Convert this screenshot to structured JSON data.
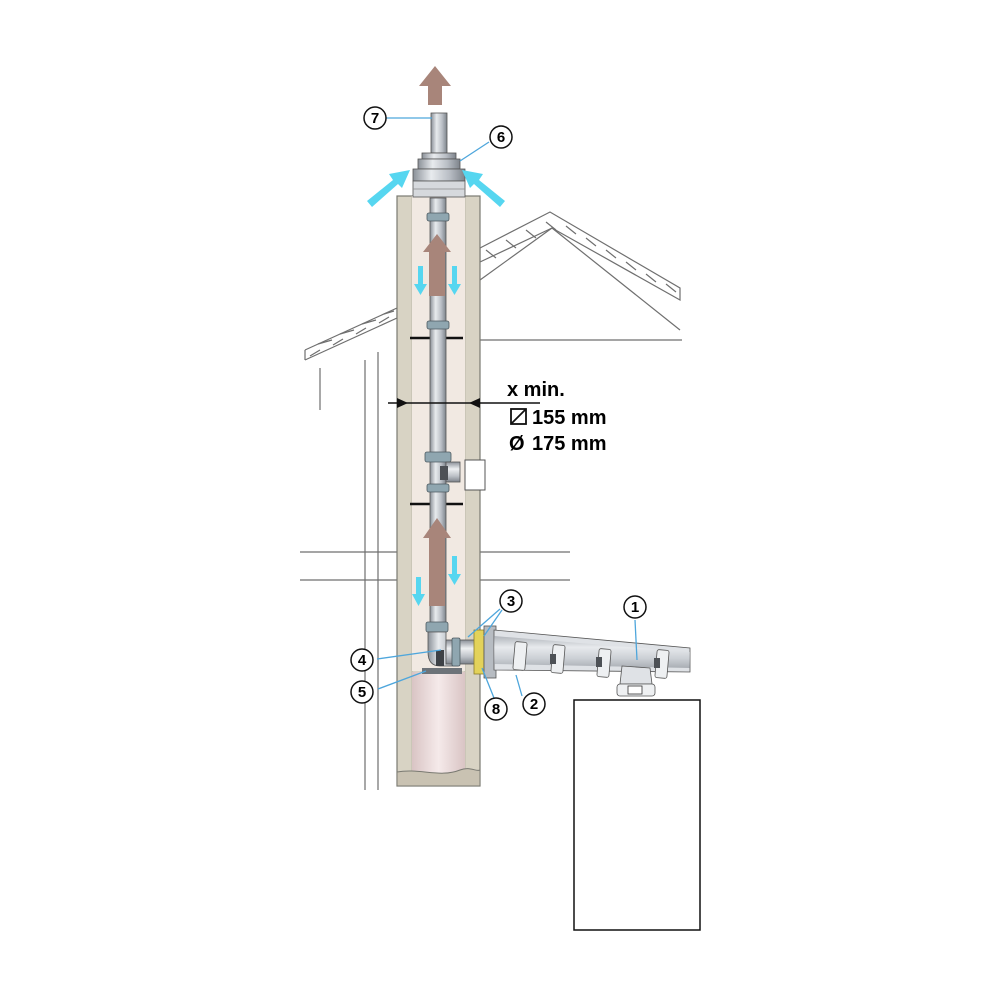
{
  "dimension": {
    "label": "x min.",
    "square_size": "155 mm",
    "round_size": "175 mm",
    "square_symbol": "◻",
    "round_symbol": "Ø"
  },
  "callouts": [
    "1",
    "2",
    "3",
    "4",
    "5",
    "6",
    "7",
    "8"
  ],
  "colors": {
    "chimney": "#d8d3c4",
    "liner": "#ecdcdc",
    "pipe": "#c9ced4",
    "exhaust_arrow": "#a8857a",
    "air_arrow": "#56d6f0",
    "leader": "#4ea6dc"
  }
}
